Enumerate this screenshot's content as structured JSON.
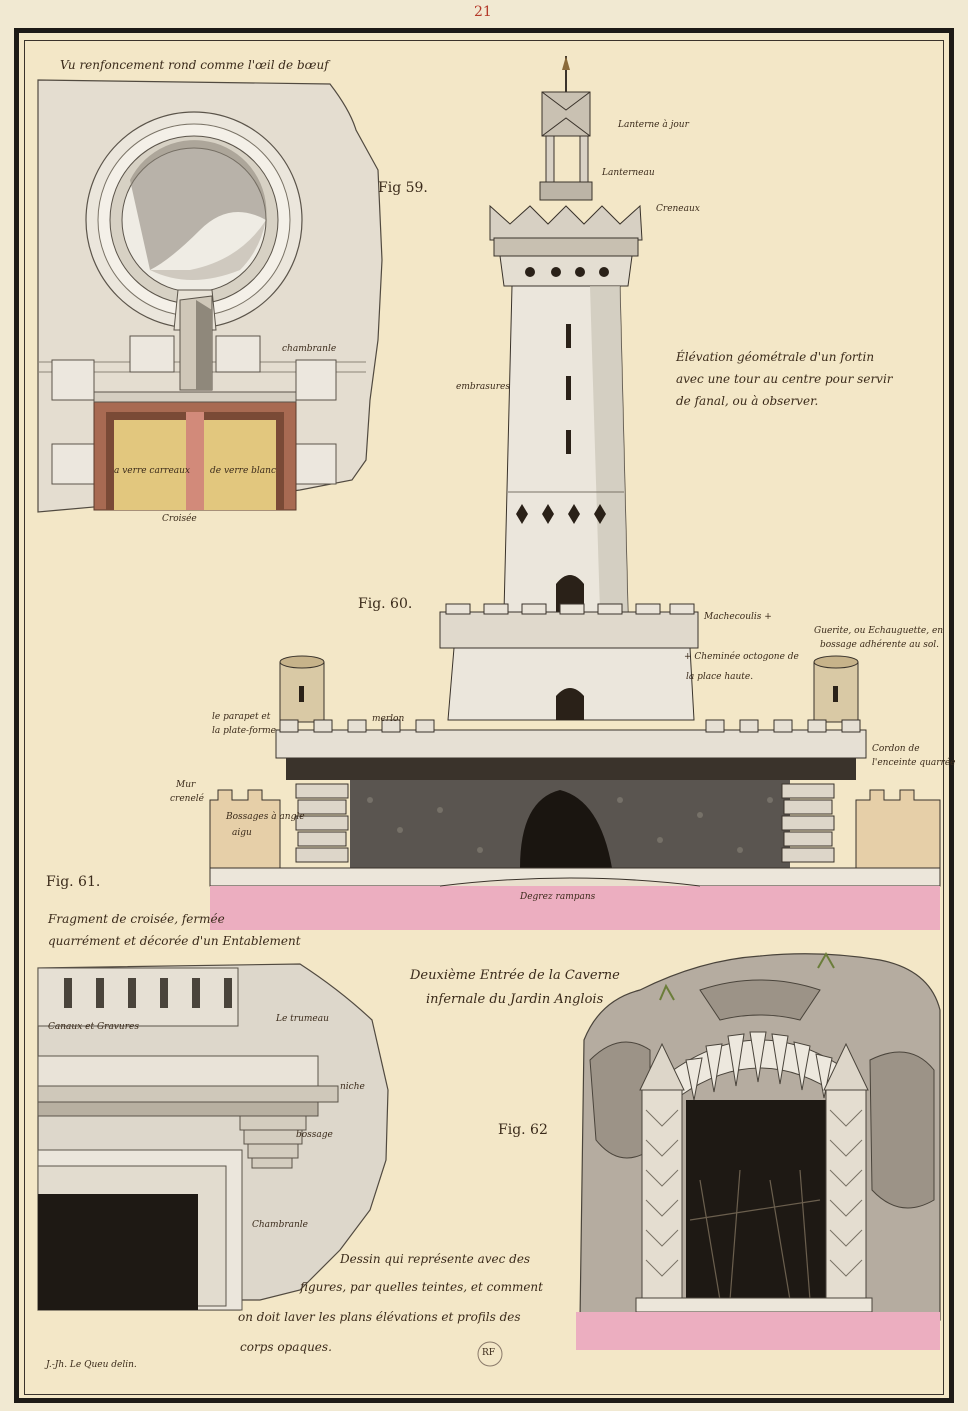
{
  "page_number": "21",
  "colors": {
    "paper": "#f3e7c7",
    "frame": "#1d1a16",
    "stone": "#e8e2d6",
    "shadow": "#8c8578",
    "pink": "#ecaec0",
    "brick": "#b9765f",
    "yellow": "#e6cf86",
    "dark": "#2a2118"
  },
  "fig59": {
    "caption": "Vu renfoncement rond comme l'œil de bœuf",
    "label": "Fig 59.",
    "chambranle": "chambranle",
    "verre_carreaux": "a verre carreaux",
    "verre_blanc": "de verre blanc",
    "croisee": "Croisée"
  },
  "fig60": {
    "label": "Fig. 60.",
    "lanterne": "Lanterne à jour",
    "lanterneau": "Lanterneau",
    "creneaux": "Creneaux",
    "title_line1": "Élévation géométrale d'un fortin",
    "title_line2": "avec une tour au centre pour servir",
    "title_line3": "de fanal, ou à observer.",
    "embrasures": "embrasures",
    "machecoulis": "Machecoulis +",
    "cheminee_line1": "+ Cheminée octogone de",
    "cheminee_line2": "la place haute.",
    "guerite_line1": "Guerite, ou Echauguette, en",
    "guerite_line2": "bossage adhérente au sol.",
    "parapet_line1": "le parapet et",
    "parapet_line2": "la plate-forme",
    "merlon": "merlon",
    "cordon_line1": "Cordon de",
    "cordon_line2": "l'enceinte quarrée",
    "mur_line1": "Mur",
    "mur_line2": "crenelé",
    "bossages_line1": "Bossages à angle",
    "bossages_line2": "aigu",
    "degrez": "Degrez rampans"
  },
  "fig61": {
    "label": "Fig. 61.",
    "caption_line1": "Fragment de croisée, fermée",
    "caption_line2": "quarrément et décorée d'un Entablement",
    "canaux": "Canaux et Gravures",
    "trumeau": "Le trumeau",
    "niche": "niche",
    "bossage": "bossage",
    "chambranle": "Chambranle"
  },
  "fig62": {
    "label": "Fig. 62",
    "title_line1": "Deuxième Entrée de la Caverne",
    "title_line2": "infernale du Jardin Anglois"
  },
  "footer": {
    "note_line1": "Dessin qui représente avec des",
    "note_line2": "figures, par quelles teintes, et comment",
    "note_line3": "on doit laver les plans élévations et profils des",
    "note_line4": "corps opaques.",
    "signature": "J.-Jh. Le Queu delin.",
    "stamp": "RF"
  }
}
